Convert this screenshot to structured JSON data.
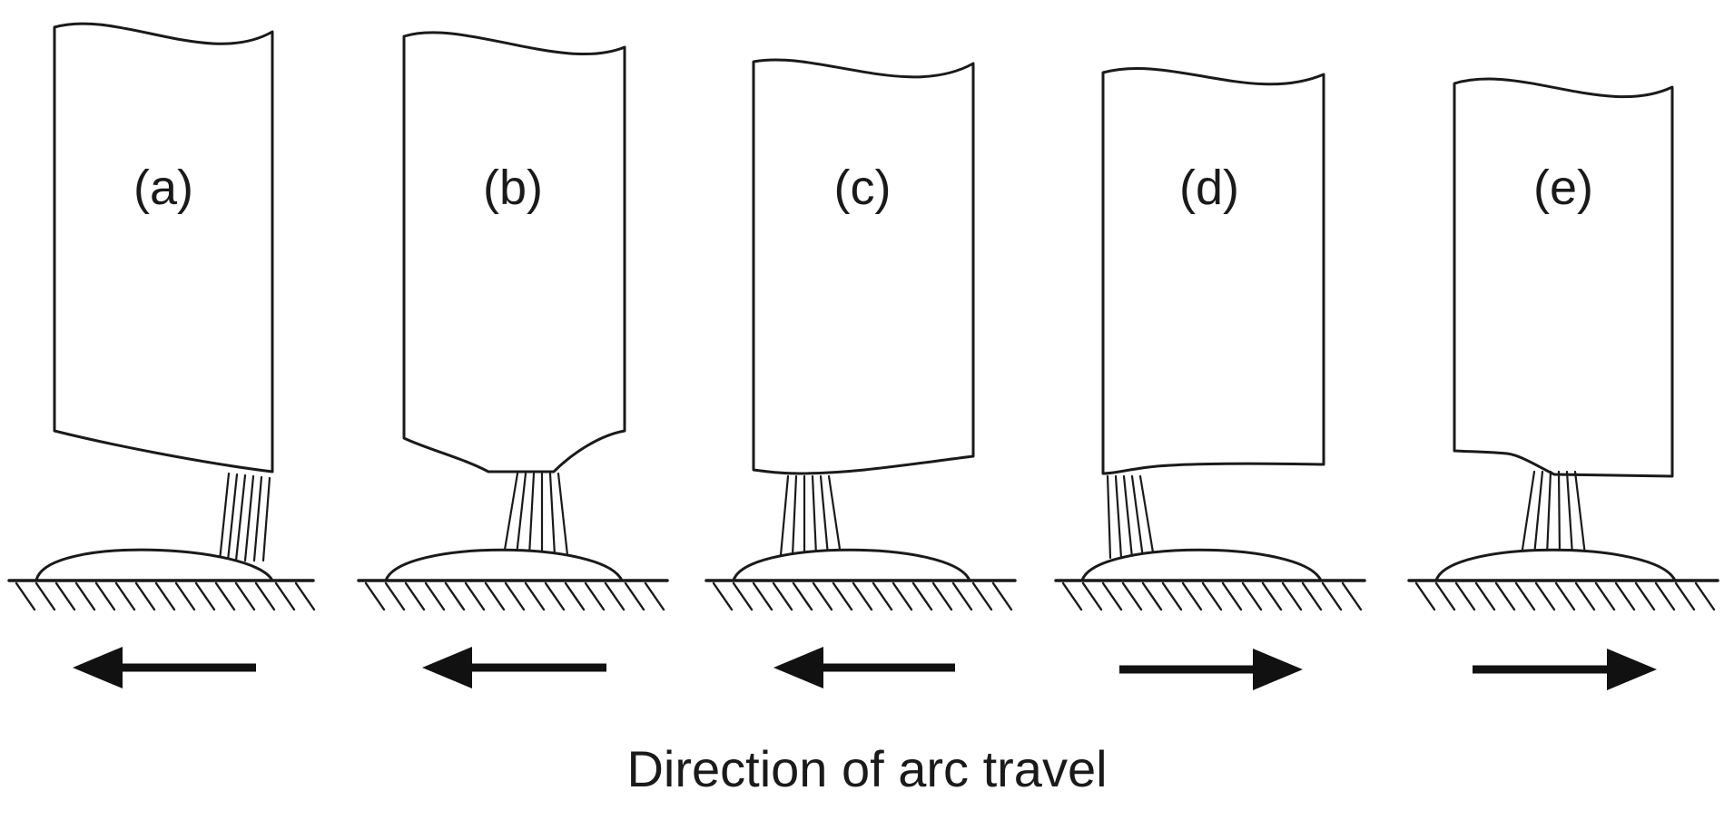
{
  "panels": [
    {
      "label": "(a)",
      "travel": "left"
    },
    {
      "label": "(b)",
      "travel": "left"
    },
    {
      "label": "(c)",
      "travel": "left"
    },
    {
      "label": "(d)",
      "travel": "right"
    },
    {
      "label": "(e)",
      "travel": "right"
    }
  ],
  "caption": "Direction of arc travel",
  "colors": {
    "ink": "#1a1a1a",
    "background": "#ffffff"
  }
}
